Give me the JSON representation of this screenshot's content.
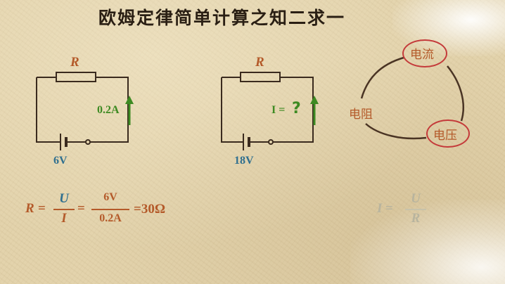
{
  "title": "欧姆定律简单计算之知二求一",
  "circuit1": {
    "resistor": "R",
    "current": "0.2A",
    "voltage": "6V"
  },
  "circuit2": {
    "resistor": "R",
    "current_prefix": "I =",
    "unknown": "?",
    "voltage": "18V"
  },
  "triangle": {
    "current": "电流",
    "resistance": "电阻",
    "voltage": "电压"
  },
  "formula1": {
    "lhs": "R",
    "eq1": "=",
    "num1": "U",
    "den1": "I",
    "eq2": "=",
    "num2": "6V",
    "den2": "0.2A",
    "result": "=30Ω"
  },
  "formula2": {
    "lhs": "I",
    "eq": "=",
    "num": "U",
    "den": "R"
  },
  "colors": {
    "brown": "#b45a2a",
    "blue": "#2f6f8f",
    "green": "#3d8a22",
    "red": "#c43a3a",
    "wire": "#3a2a1e"
  }
}
